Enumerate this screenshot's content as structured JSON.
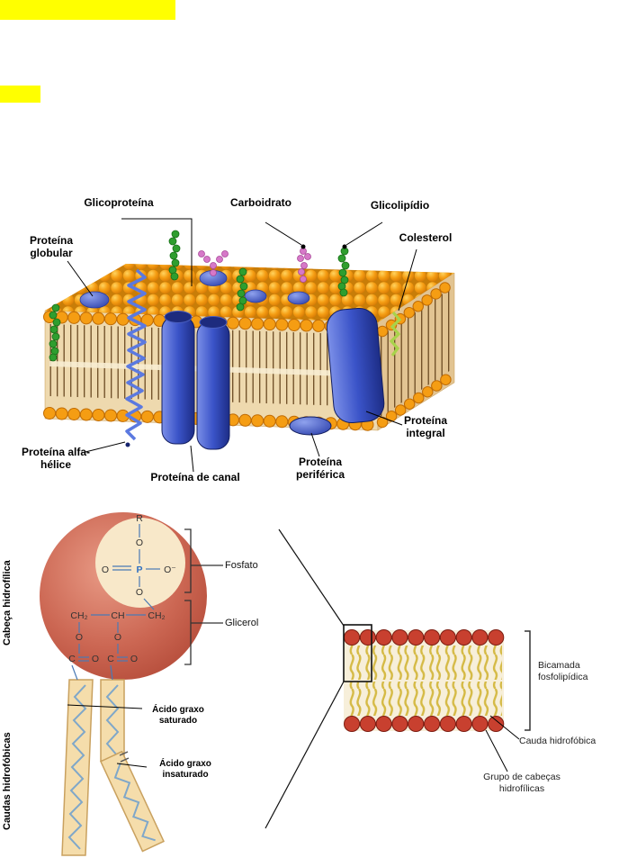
{
  "membrane": {
    "glicoproteina": "Glicoproteína",
    "carboidrato": "Carboidrato",
    "glicolipidio": "Glicolipídio",
    "proteina_globular": "Proteína globular",
    "colesterol": "Colesterol",
    "proteina_integral": "Proteína integral",
    "proteina_alfa_helice": "Proteína alfa-hélice",
    "proteina_canal": "Proteína de canal",
    "proteina_periferica": "Proteína periférica"
  },
  "phospholipid": {
    "cabeca": "Cabeça hidrofílica",
    "caudas": "Caudas hidrofóbicas",
    "fosfato": "Fosfato",
    "glicerol": "Glicerol",
    "acido_saturado": "Ácido graxo saturado",
    "acido_insaturado": "Ácido graxo insaturado",
    "chem": {
      "r": "R",
      "o_top": "O",
      "o_left": "O",
      "p": "P",
      "o_minus": "O⁻",
      "o_mid": "O",
      "ch2_left": "CH₂",
      "ch_mid": "CH",
      "ch2_right": "CH₂",
      "o_e1": "O",
      "o_e2": "O",
      "c1": "C",
      "o_c1": "O",
      "c2": "C",
      "o_c2": "O"
    }
  },
  "bilayer": {
    "bicamada": "Bicamada fosfolipídica",
    "cauda": "Cauda hidrofóbica",
    "grupo": "Grupo de cabeças hidrofílicas"
  },
  "colors": {
    "highlight": "#ffff00",
    "membrane_orange": "#f59d13",
    "protein_blue": "#3a53c8",
    "carbohydrate_green": "#2f9e2f",
    "glyco_pink": "#d678c8",
    "cholesterol_green": "#a8d34a",
    "head_salmon": "#cc6753",
    "tail_tan": "#f5ddab",
    "zigzag_blue": "#7fa7c9",
    "bilayer_head_red": "#c8402f",
    "bilayer_tail_yellow": "#d5ba45"
  }
}
